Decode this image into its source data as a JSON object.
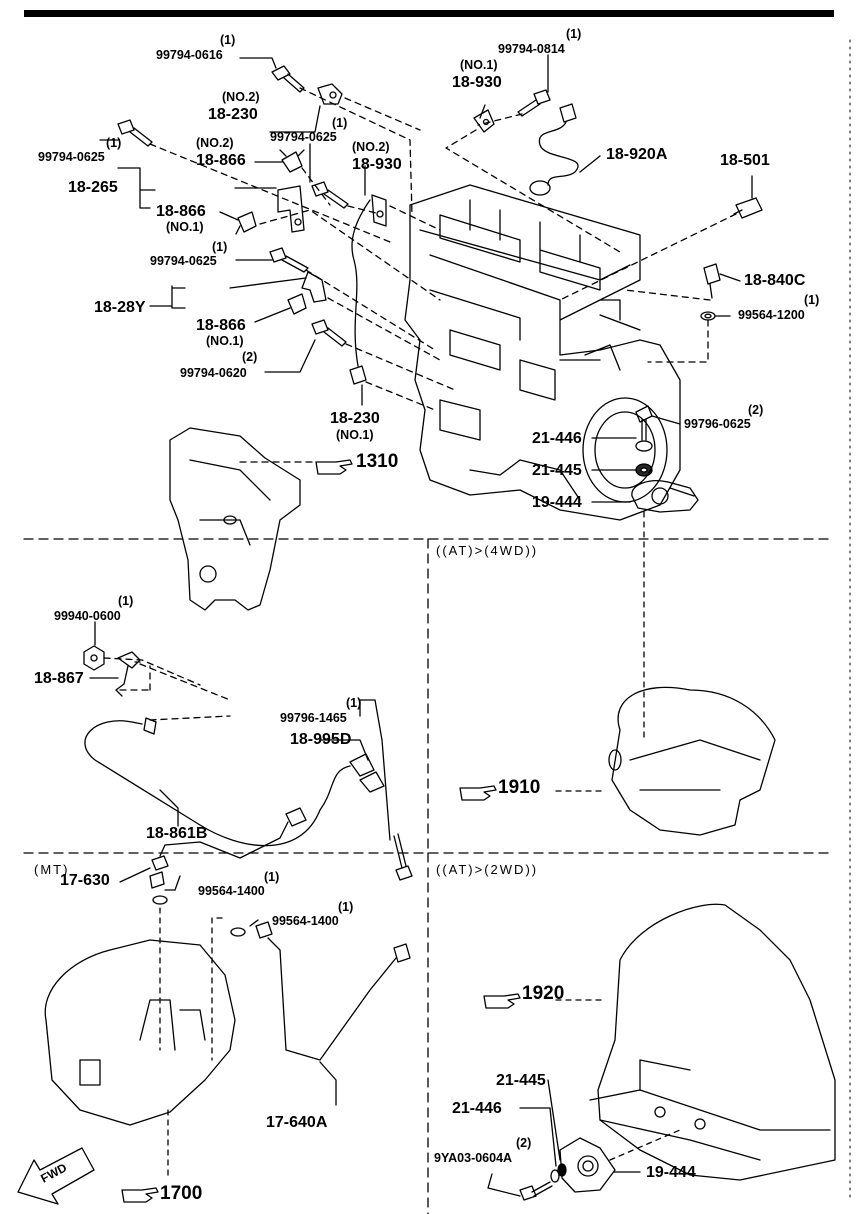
{
  "labels": {
    "p1_qty_0616": "(1)",
    "p1_bolt_0616": "99794-0616",
    "p1_no2_230": "(NO.2)",
    "p1_18230_top": "18-230",
    "p1_qty_0625a": "(1)",
    "p1_bolt_0625a": "99794-0625",
    "p1_no2_866": "(NO.2)",
    "p1_18866_a": "18-866",
    "p1_qty_0625b": "(1)",
    "p1_bolt_0625b": "99794-0625",
    "p1_18265": "18-265",
    "p1_18866_b": "18-866",
    "p1_no1_866b": "(NO.1)",
    "p1_qty_0625c": "(1)",
    "p1_bolt_0625c": "99794-0625",
    "p1_1828y": "18-28Y",
    "p1_18866_c": "18-866",
    "p1_no1_866c": "(NO.1)",
    "p1_qty_0620": "(2)",
    "p1_bolt_0620": "99794-0620",
    "p1_18230_bot": "18-230",
    "p1_no1_230": "(NO.1)",
    "p1_no2_930": "(NO.2)",
    "p1_18930_b": "18-930",
    "p1_no1_930": "(NO.1)",
    "p1_18930_a": "18-930",
    "p1_qty_0814": "(1)",
    "p1_bolt_0814": "99794-0814",
    "p1_18920a": "18-920A",
    "p1_18501": "18-501",
    "p1_18840c": "18-840C",
    "p1_qty_1200": "(1)",
    "p1_wash_1200": "99564-1200",
    "p2_qty_0600": "(1)",
    "p2_nut_0600": "99940-0600",
    "p2_18867": "18-867",
    "p2_ref_1310": "1310",
    "p2_qty_1465": "(1)",
    "p2_bolt_1465": "99796-1465",
    "p2_18995d": "18-995D",
    "p2_18861b": "18-861B",
    "p3_section": "((AT)>(4WD))",
    "p3_qty_0625": "(2)",
    "p3_bolt_0625": "99796-0625",
    "p3_21446": "21-446",
    "p3_21445": "21-445",
    "p3_19444": "19-444",
    "p3_ref_1910": "1910",
    "p4_section": "(MT)",
    "p4_17630": "17-630",
    "p4_qty_1400a": "(1)",
    "p4_wash_1400a": "99564-1400",
    "p4_qty_1400b": "(1)",
    "p4_wash_1400b": "99564-1400",
    "p4_17640a": "17-640A",
    "p4_ref_1700": "1700",
    "p4_fwd": "FWD",
    "p5_section": "((AT)>(2WD))",
    "p5_ref_1920": "1920",
    "p5_21445": "21-445",
    "p5_21446": "21-446",
    "p5_qty_0604": "(2)",
    "p5_bolt_0604": "9YA03-0604A",
    "p5_19444": "19-444"
  }
}
